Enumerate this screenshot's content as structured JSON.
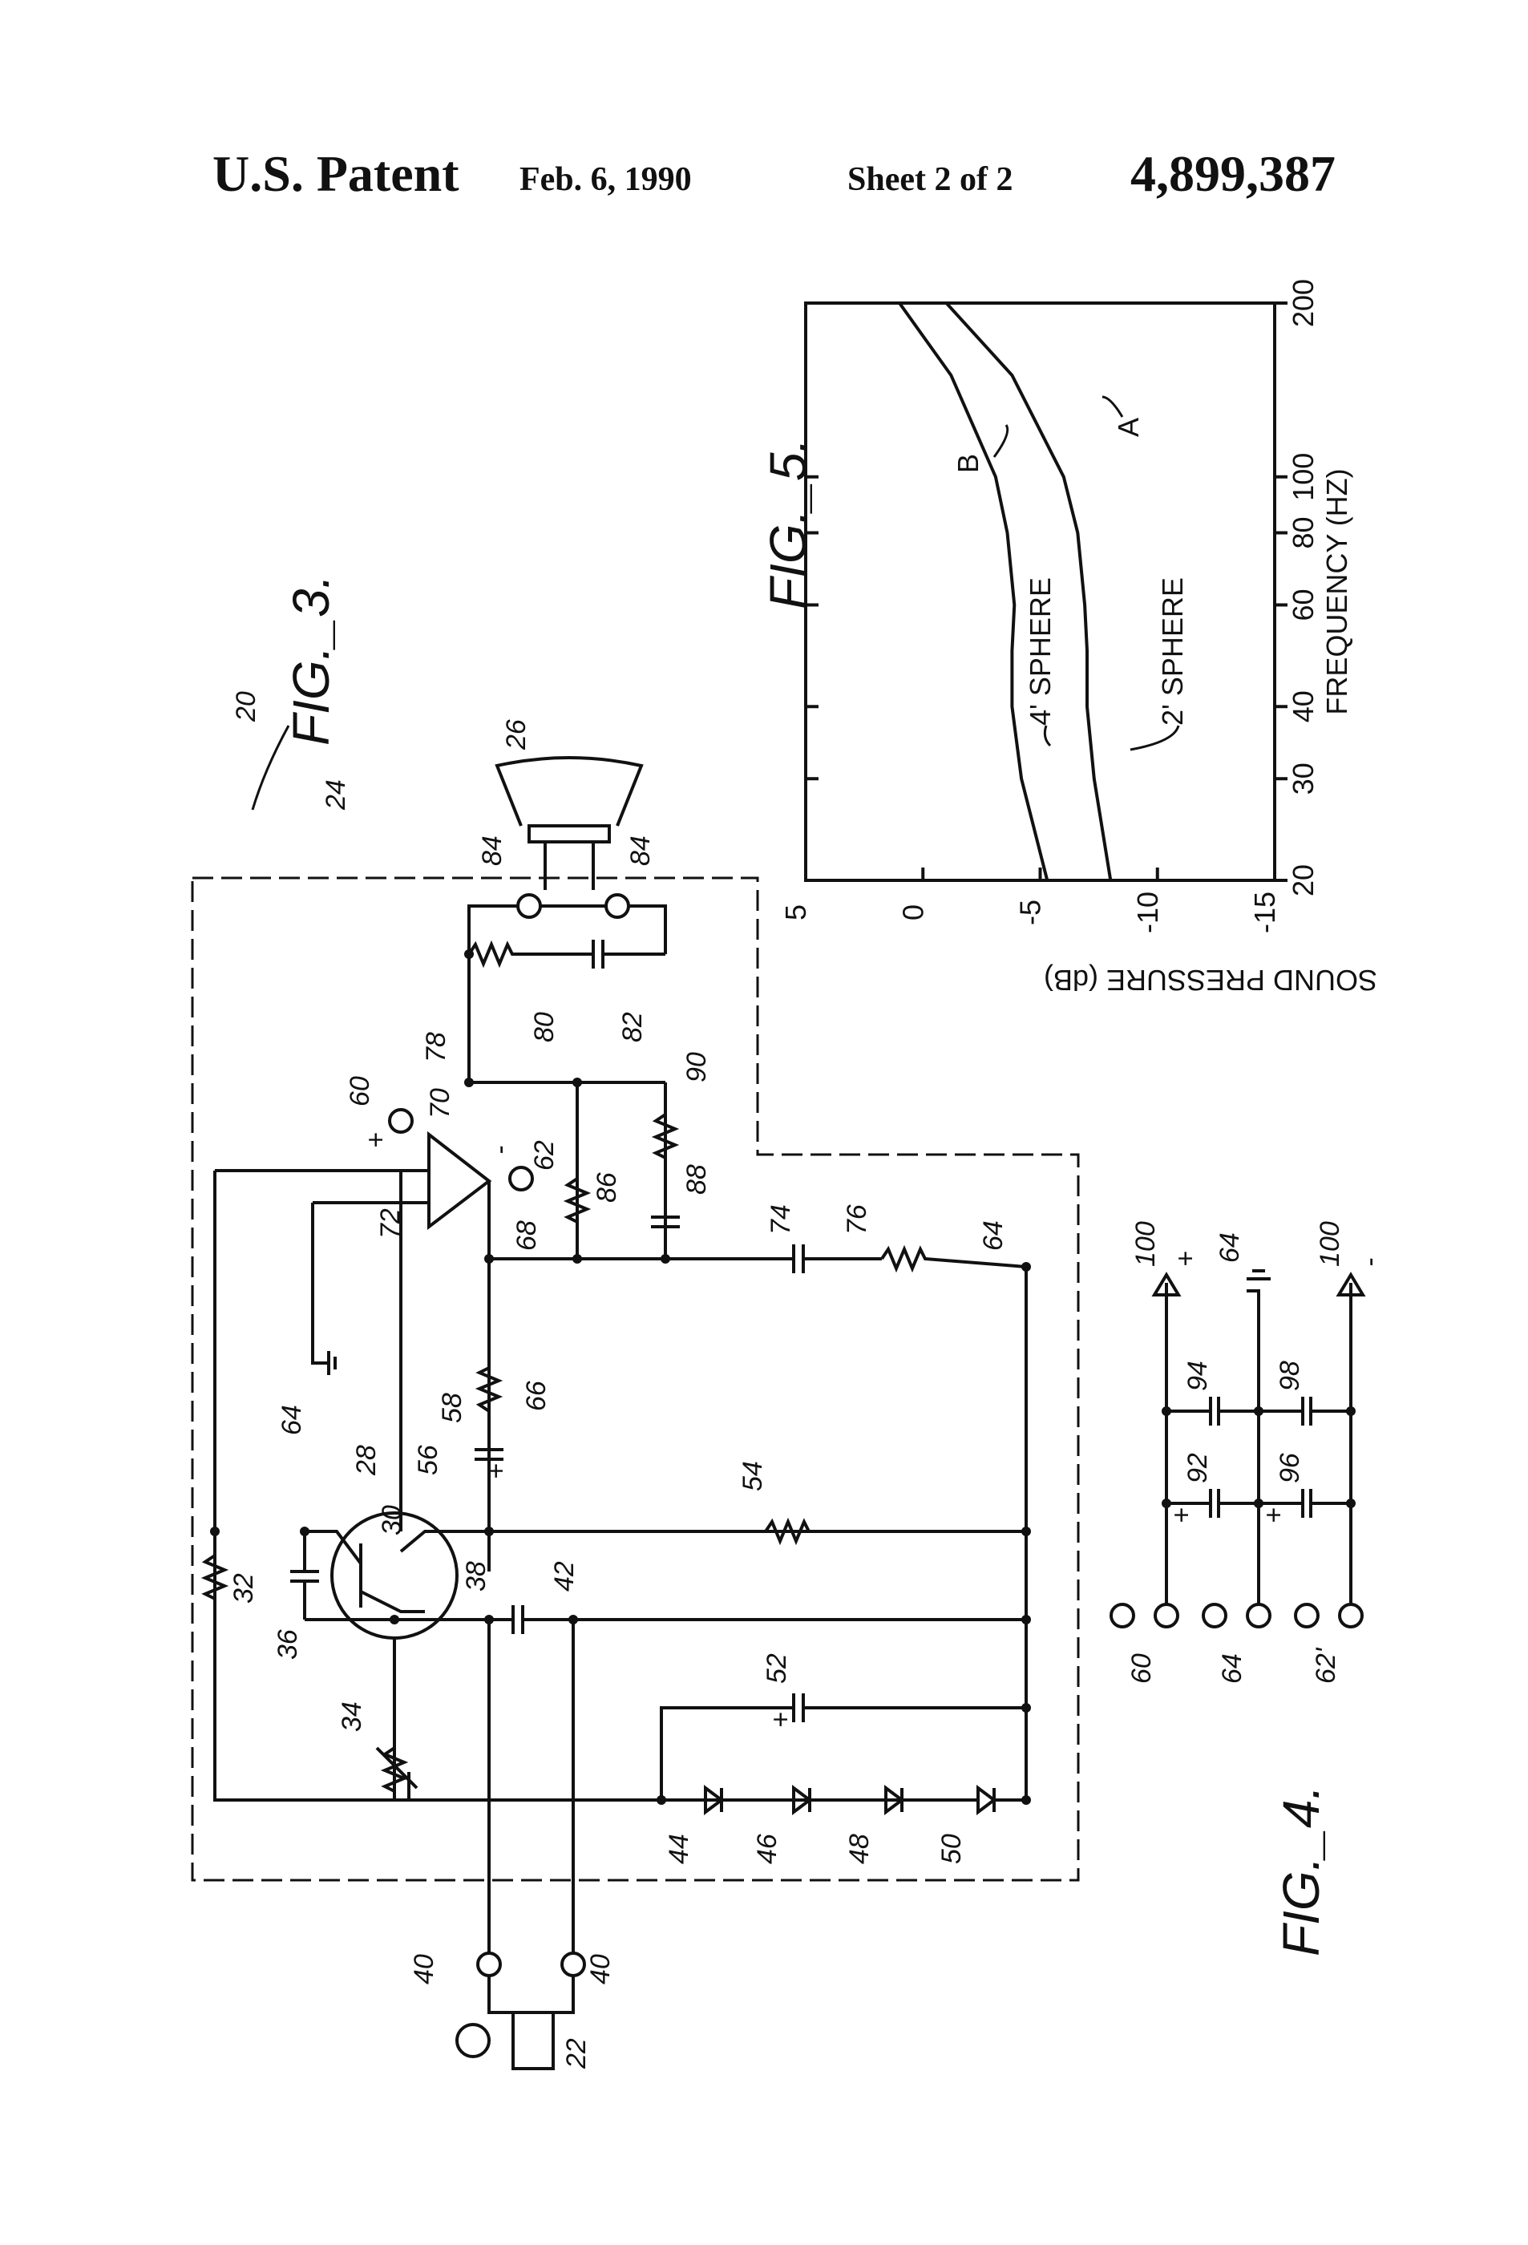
{
  "header": {
    "patent": "U.S. Patent",
    "date": "Feb. 6, 1990",
    "sheet": "Sheet 2 of 2",
    "number": "4,899,387"
  },
  "figures": {
    "fig3": "FIG._3.",
    "fig4": "FIG._4.",
    "fig5": "FIG._5."
  },
  "refs": {
    "r20": "20",
    "r24": "24",
    "r26": "26",
    "r28": "28",
    "r30": "30",
    "r32": "32",
    "r34": "34",
    "r36": "36",
    "r38": "38",
    "r40a": "40",
    "r40b": "40",
    "r42": "42",
    "r44": "44",
    "r46": "46",
    "r48": "48",
    "r50": "50",
    "r52": "52",
    "r54": "54",
    "r56": "56",
    "r58": "58",
    "r60": "60",
    "r62": "62",
    "r64a": "64",
    "r64b": "64",
    "r66": "66",
    "r68": "68",
    "r70": "70",
    "r72": "72",
    "r74": "74",
    "r76": "76",
    "r78": "78",
    "r80": "80",
    "r82": "82",
    "r84a": "84",
    "r84b": "84",
    "r86": "86",
    "r88": "88",
    "r90": "90",
    "r22": "22",
    "plus_op": "+",
    "minus_op": "-",
    "plus_58": "+",
    "plus_52": "+",
    "f4_60": "60",
    "f4_64": "64",
    "f4_62": "62'",
    "f4_92": "92",
    "f4_94": "94",
    "f4_96": "96",
    "f4_98": "98",
    "f4_100a": "100",
    "f4_100b": "100",
    "f4_64g": "64",
    "f4_plus1": "+",
    "f4_plus2": "+",
    "f4_plus_out": "+",
    "f4_minus_out": "-"
  },
  "chart_data": {
    "type": "line",
    "title": "FIG._5.",
    "xlabel": "FREQUENCY (HZ)",
    "ylabel": "SOUND PRESSURE (dB)",
    "xscale": "log",
    "xlim": [
      20,
      200
    ],
    "ylim": [
      -15,
      5
    ],
    "xticks": [
      "20",
      "30",
      "40",
      "60",
      "80",
      "100",
      "200"
    ],
    "yticks": [
      "5",
      "0",
      "-5",
      "-10",
      "-15"
    ],
    "grid": false,
    "series": [
      {
        "name": "B",
        "label": "4' SPHERE",
        "x": [
          20,
          30,
          40,
          50,
          60,
          80,
          100,
          150,
          200
        ],
        "y": [
          -5.3,
          -4.2,
          -3.8,
          -3.8,
          -3.9,
          -3.6,
          -3.1,
          -1.2,
          1.0
        ]
      },
      {
        "name": "A",
        "label": "2' SPHERE",
        "x": [
          20,
          30,
          40,
          50,
          60,
          80,
          100,
          150,
          200
        ],
        "y": [
          -8.0,
          -7.3,
          -7.0,
          -7.0,
          -6.9,
          -6.6,
          -6.0,
          -3.8,
          -1.0
        ]
      }
    ],
    "annotations": [
      "4' SPHERE",
      "2' SPHERE",
      "B",
      "A"
    ]
  }
}
